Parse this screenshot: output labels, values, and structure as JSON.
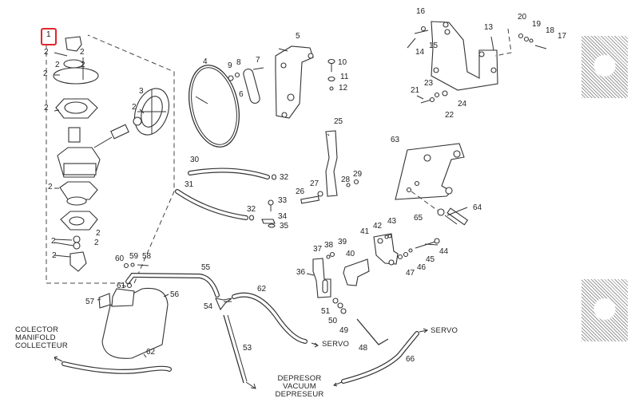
{
  "diagram": {
    "title": "Fuel pump / vacuum servo exploded parts diagram",
    "highlighted_callout": "1",
    "callouts": {
      "c1": "1",
      "c2a": "2",
      "c2b": "2",
      "c2c": "2",
      "c2d": "2",
      "c2e": "2",
      "c2f": "2",
      "c2g": "2",
      "c2h": "2",
      "c2i": "2",
      "c2j": "2",
      "c2k": "2",
      "c3": "3",
      "c4": "4",
      "c5": "5",
      "c6": "6",
      "c7": "7",
      "c8": "8",
      "c9": "9",
      "c10": "10",
      "c11": "11",
      "c12": "12",
      "c13": "13",
      "c14": "14",
      "c15": "15",
      "c16": "16",
      "c17": "17",
      "c18": "18",
      "c19": "19",
      "c20": "20",
      "c21": "21",
      "c22": "22",
      "c23": "23",
      "c24": "24",
      "c25": "25",
      "c26": "26",
      "c27": "27",
      "c28": "28",
      "c29": "29",
      "c30": "30",
      "c31": "31",
      "c32a": "32",
      "c32b": "32",
      "c33": "33",
      "c34": "34",
      "c35": "35",
      "c36": "36",
      "c37": "37",
      "c38": "38",
      "c39": "39",
      "c40": "40",
      "c41": "41",
      "c42": "42",
      "c43": "43",
      "c44": "44",
      "c45": "45",
      "c46": "46",
      "c47": "47",
      "c48": "48",
      "c49": "49",
      "c50": "50",
      "c51": "51",
      "c53": "53",
      "c54": "54",
      "c55": "55",
      "c56": "56",
      "c57": "57",
      "c58": "58",
      "c59": "59",
      "c60": "60",
      "c61": "61",
      "c62a": "62",
      "c62b": "62",
      "c63": "63",
      "c64": "64",
      "c65": "65",
      "c66": "66"
    },
    "annotations": {
      "manifold": [
        "COLECTOR",
        "MANIFOLD",
        "COLLECTEUR"
      ],
      "servo_1": "SERVO",
      "servo_2": "SERVO",
      "vacuum": [
        "DEPRESOR",
        "VACUUM",
        "DEPRESEUR"
      ]
    },
    "colors": {
      "highlight": "#e0272d",
      "ink": "#333333",
      "background": "#ffffff"
    }
  }
}
